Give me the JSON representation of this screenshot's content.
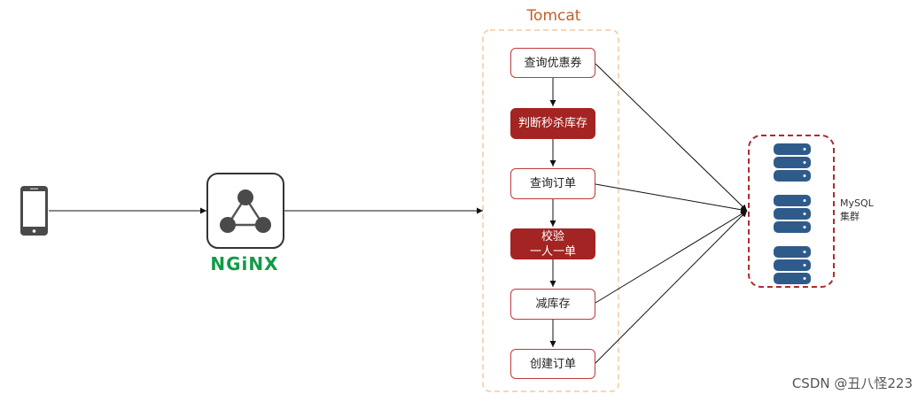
{
  "tomcat": {
    "title": "Tomcat",
    "steps": [
      {
        "label": "查询优惠券",
        "style": "normal"
      },
      {
        "label": "判断秒杀库存",
        "style": "highlight"
      },
      {
        "label": "查询订单",
        "style": "normal"
      },
      {
        "label": "校验\n一人一单",
        "style": "highlight"
      },
      {
        "label": "减库存",
        "style": "normal"
      },
      {
        "label": "创建订单",
        "style": "normal"
      }
    ]
  },
  "nginx": {
    "label": "NGiNX",
    "icon": "nginx-icon"
  },
  "client": {
    "icon": "mobile-phone-icon"
  },
  "database": {
    "label": "MySQL\n集群",
    "icon": "database-icon",
    "instances": 3
  },
  "watermark": "CSDN @丑八怪223",
  "colors": {
    "tomcat_border": "#f2c9a0",
    "tomcat_title": "#c0602a",
    "step_border": "#c0393a",
    "step_highlight": "#a32422",
    "nginx_green": "#119b47",
    "db_blue": "#2f5b8a",
    "cluster_border": "#b02a2a"
  }
}
